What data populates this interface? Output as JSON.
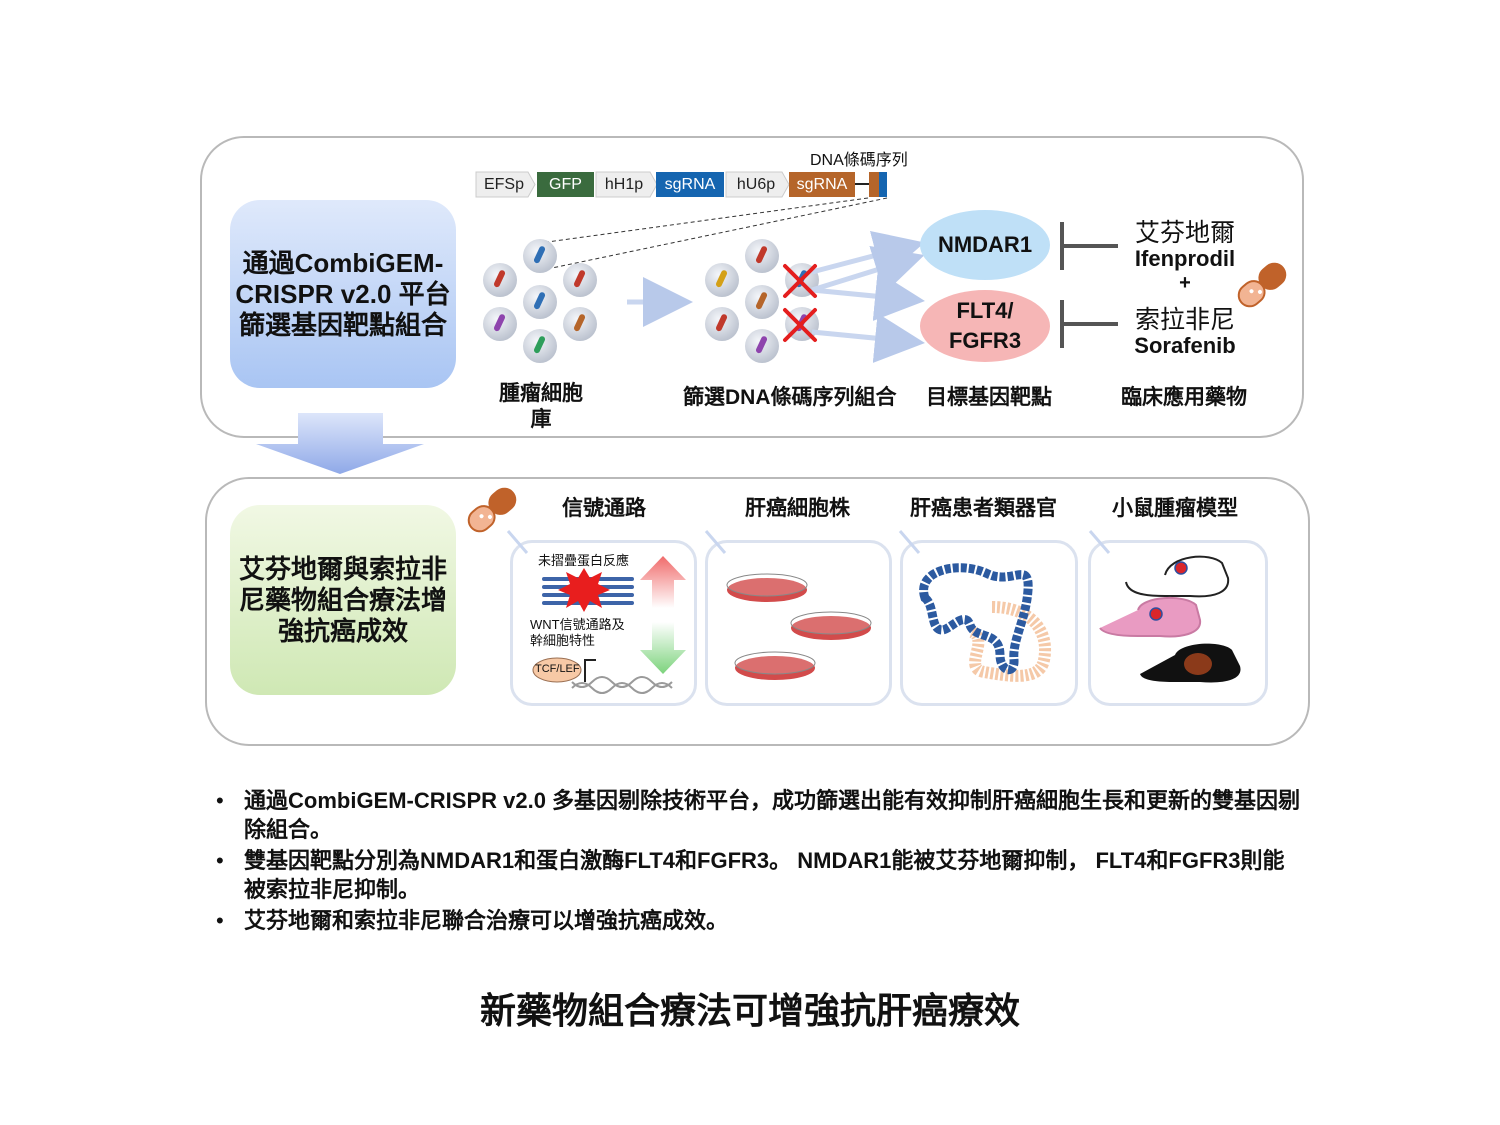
{
  "top_panel": {
    "left_label": "通過CombiGEM-CRISPR v2.0 平台篩選基因靶點組合",
    "barcode_label": "DNA條碼序列",
    "construct": [
      "EFSp",
      "GFP",
      "hH1p",
      "sgRNA",
      "hU6p",
      "sgRNA"
    ],
    "library_label": "腫瘤細胞庫",
    "screen_label": "篩選DNA條碼序列組合",
    "targets_label": "目標基因靶點",
    "drugs_label": "臨床應用藥物",
    "target1": "NMDAR1",
    "target2": "FLT4/ FGFR3",
    "drug1_zh": "艾芬地爾",
    "drug1_en": "Ifenprodil",
    "plus": "+",
    "drug2_zh": "索拉非尼",
    "drug2_en": "Sorafenib"
  },
  "bottom_panel": {
    "left_label": "艾芬地爾與索拉非尼藥物組合療法增強抗癌成效",
    "headers": [
      "信號通路",
      "肝癌細胞株",
      "肝癌患者類器官",
      "小鼠腫瘤模型"
    ],
    "upr_label": "未摺疊蛋白反應",
    "wnt_label": "WNT信號通路及幹細胞特性",
    "tcf_label": "TCF/LEF"
  },
  "bullets": [
    "通過CombiGEM-CRISPR v2.0 多基因剔除技術平台，成功篩選出能有效抑制肝癌細胞生長和更新的雙基因剔除組合。",
    "雙基因靶點分別為NMDAR1和蛋白激酶FLT4和FGFR3。 NMDAR1能被艾芬地爾抑制， FLT4和FGFR3則能被索拉非尼抑制。",
    "艾芬地爾和索拉非尼聯合治療可以增強抗癌成效。"
  ],
  "footer_title": "新藥物組合療法可增強抗肝癌療效",
  "colors": {
    "gfp": "#3a6b3e",
    "sgrna_blue": "#1565b0",
    "sgrna_brown": "#b5652a",
    "nmdar_oval": "#bfe0f7",
    "flt_oval": "#f6b6b6",
    "inhibit": "#555555"
  }
}
